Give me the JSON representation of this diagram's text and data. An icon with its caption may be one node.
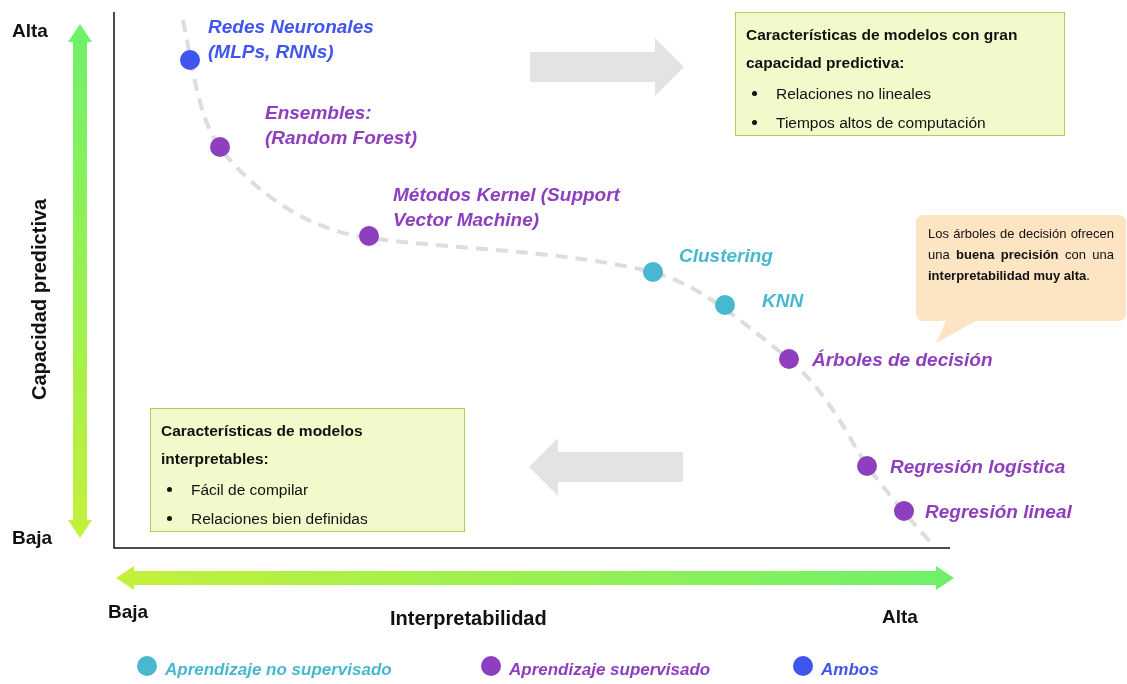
{
  "diagram": {
    "nodes": [
      {
        "text": [
          "Características de modelos con gran capacidad predictiva:",
          "Relaciones no lineales",
          "Tiempos altos de computación"
        ]
      },
      {
        "text": [
          "Los árboles de decisión ofrecen una **buena precisión** con una **interpretabilidad muy alta**."
        ]
      },
      {
        "text": [
          "Características de modelos interpretables:",
          "Fácil de compilar",
          "Relaciones bien definidas"
        ]
      },
      {
        "text": [],
        "shape": "circle",
        "beside": [
          "Redes Neuronales (MLPs, RNNs)"
        ]
      },
      {
        "text": [],
        "shape": "circle",
        "beside": [
          "Ensembles: (Random Forest)"
        ]
      },
      {
        "text": [],
        "shape": "circle",
        "beside": [
          "Métodos Kernel (Support Vector Machine)"
        ]
      },
      {
        "text": [],
        "shape": "circle",
        "beside": [
          "Clustering"
        ]
      },
      {
        "text": [],
        "shape": "circle",
        "beside": [
          "KNN"
        ]
      },
      {
        "text": [],
        "shape": "circle",
        "beside": [
          "Árboles de decisión"
        ]
      },
      {
        "text": [],
        "shape": "circle",
        "beside": [
          "Regresión logística"
        ]
      },
      {
        "text": [],
        "shape": "circle",
        "beside": [
          "Regresión lineal"
        ]
      }
    ],
    "labels": [
      "Alta",
      "Capacidad predictiva",
      "Baja",
      "Baja",
      "Interpretabilidad",
      "Alta"
    ],
    "legend": [
      {
        "text": "Aprendizaje no supervisado",
        "color": "#47b8cf"
      },
      {
        "text": "Aprendizaje supervisado",
        "color": "#8e3fbf"
      },
      {
        "text": "Ambos",
        "color": "#3f55ee"
      }
    ]
  }
}
